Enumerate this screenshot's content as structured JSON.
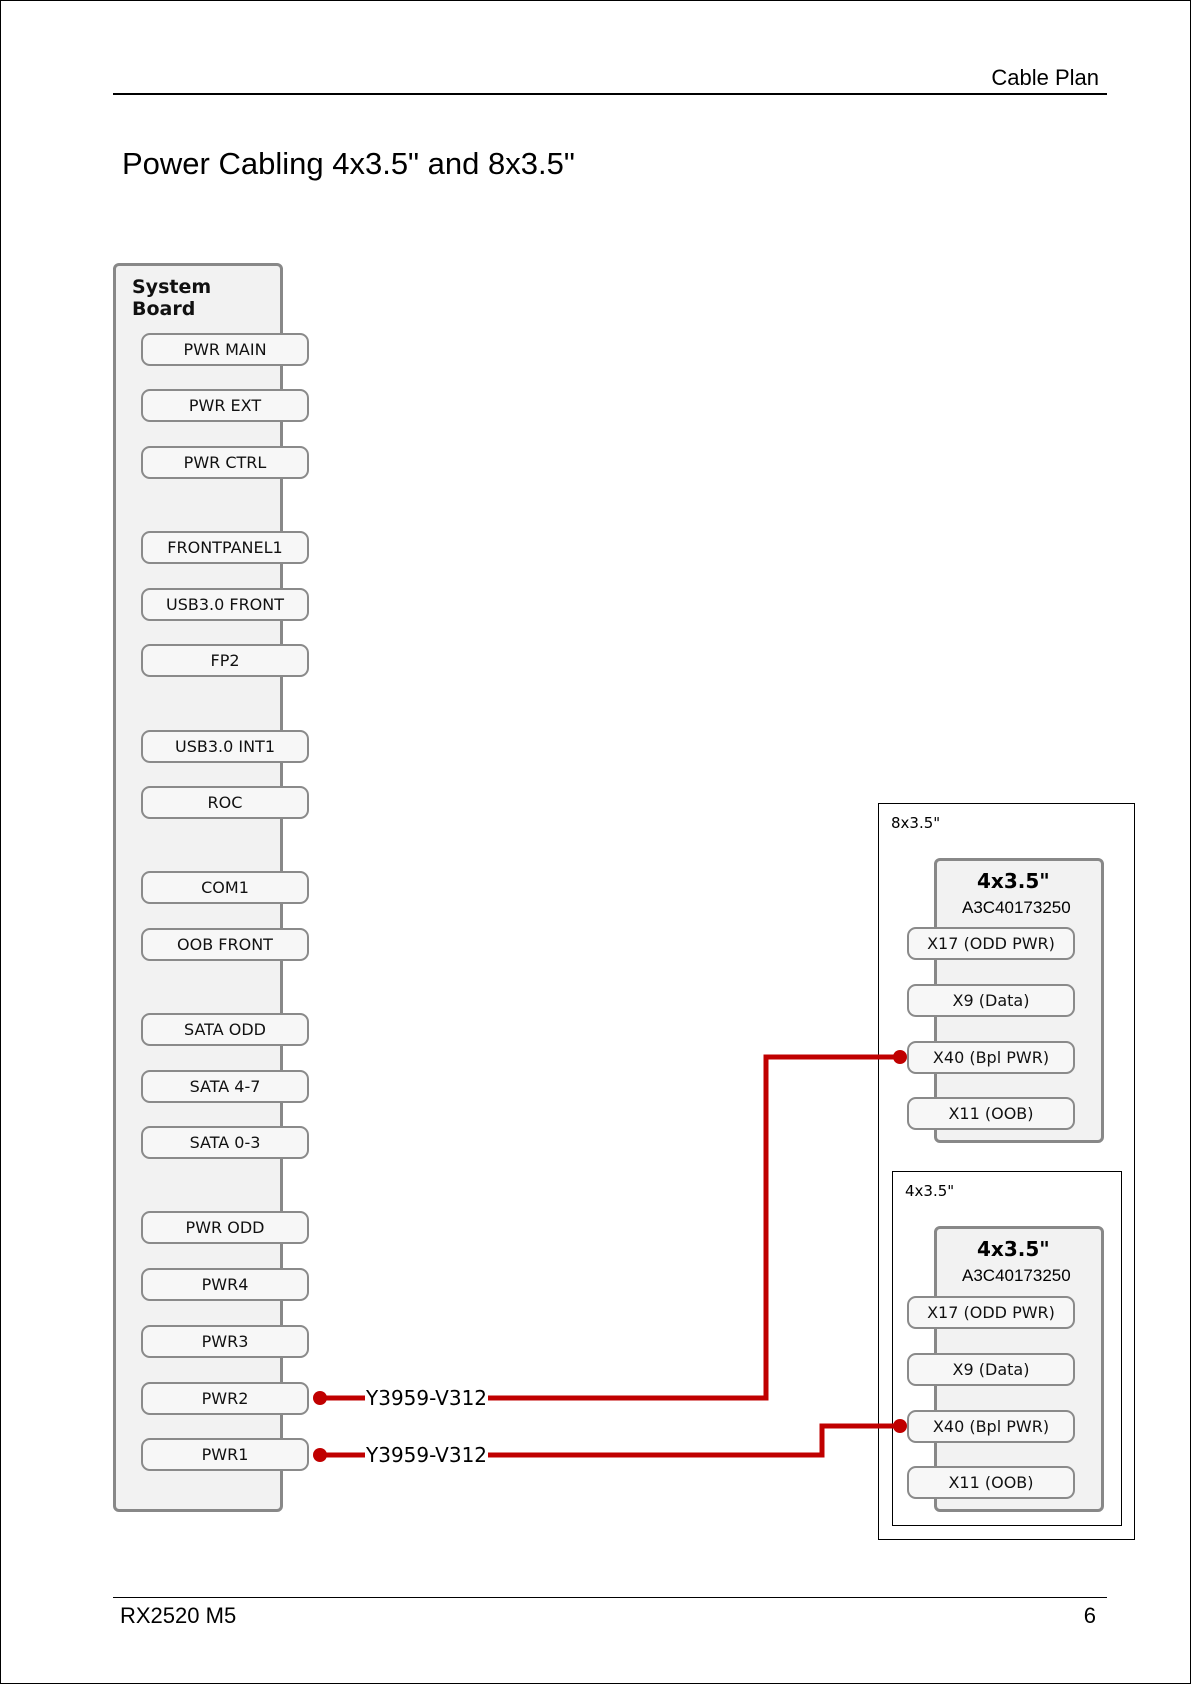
{
  "header": {
    "section": "Cable Plan"
  },
  "title": "Power Cabling 4x3.5\" and 8x3.5\"",
  "footer": {
    "model": "RX2520 M5",
    "page": "6"
  },
  "system_board": {
    "title": "System Board",
    "connectors": [
      "PWR MAIN",
      "PWR EXT",
      "PWR CTRL",
      "FRONTPANEL1",
      "USB3.0 FRONT",
      "FP2",
      "USB3.0 INT1",
      "ROC",
      "COM1",
      "OOB FRONT",
      "SATA ODD",
      "SATA 4-7",
      "SATA 0-3",
      "PWR ODD",
      "PWR4",
      "PWR3",
      "PWR2",
      "PWR1"
    ]
  },
  "frames": [
    {
      "label": "8x3.5\"",
      "backplane": {
        "title": "4x3.5\"",
        "part": "A3C40173250",
        "connectors": [
          "X17 (ODD PWR)",
          "X9 (Data)",
          "X40 (Bpl PWR)",
          "X11 (OOB)"
        ]
      }
    },
    {
      "label": "4x3.5\"",
      "backplane": {
        "title": "4x3.5\"",
        "part": "A3C40173250",
        "connectors": [
          "X17 (ODD PWR)",
          "X9 (Data)",
          "X40 (Bpl PWR)",
          "X11 (OOB)"
        ]
      }
    }
  ],
  "cables": [
    {
      "label": "Y3959-V312",
      "from": "PWR2",
      "to": "8x3.5\" X40 (Bpl PWR)"
    },
    {
      "label": "Y3959-V312",
      "from": "PWR1",
      "to": "4x3.5\" X40 (Bpl PWR)"
    }
  ],
  "colors": {
    "cable": "#c00000",
    "box_border": "#888888",
    "box_fill": "#f2f2f2"
  }
}
